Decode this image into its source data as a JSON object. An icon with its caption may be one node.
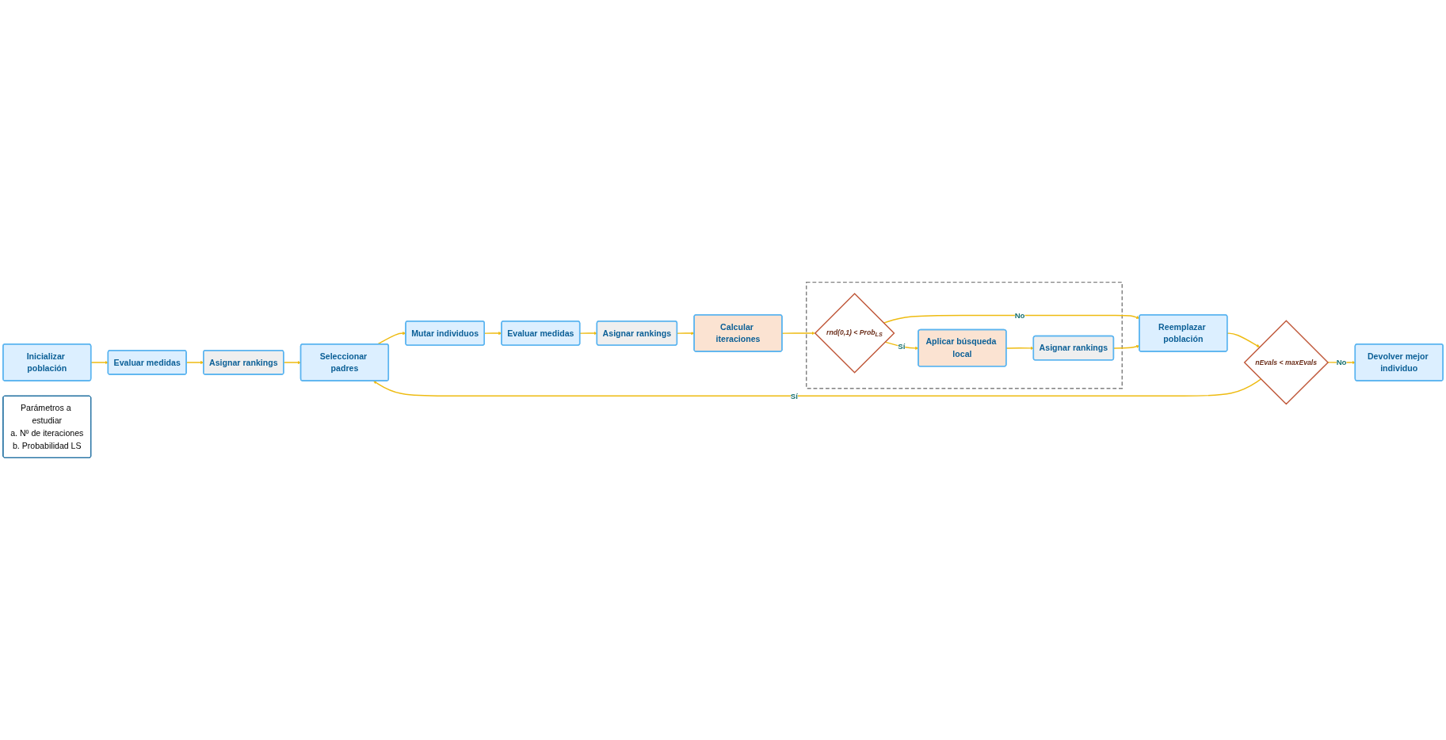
{
  "diagram": {
    "nodes": [
      {
        "text": [
          "Inicializar población"
        ]
      },
      {
        "text": [
          "Evaluar medidas"
        ]
      },
      {
        "text": [
          "Asignar rankings"
        ]
      },
      {
        "text": [
          "Seleccionar padres"
        ]
      },
      {
        "text": [
          "Mutar individuos"
        ]
      },
      {
        "text": [
          "Evaluar medidas"
        ]
      },
      {
        "text": [
          "Asignar rankings"
        ]
      },
      {
        "text": [
          "Calcular iteraciones"
        ]
      },
      {
        "text": [],
        "shape": "box"
      },
      {
        "text": [
          "rnd(0,1) < Prob$_{LS}$"
        ],
        "in": 8
      },
      {
        "text": [
          "Aplicar búsqueda local"
        ],
        "in": 8
      },
      {
        "text": [
          "Asignar rankings"
        ],
        "in": 8
      },
      {
        "text": [
          "Reemplazar población"
        ]
      },
      {
        "text": [
          "nEvals < maxEvals"
        ]
      },
      {
        "text": [
          "Devolver mejor individuo"
        ]
      },
      {
        "text": [
          "Parámetros a estudiar",
          "a. Nº de iteraciones",
          "b. Probabilidad LS"
        ]
      }
    ],
    "edges": [
      {
        "from": 0,
        "to": 1,
        "arrow": "to"
      },
      {
        "from": 1,
        "to": 2,
        "arrow": "to"
      },
      {
        "from": 2,
        "to": 3,
        "arrow": "to"
      },
      {
        "from": 3,
        "to": 4,
        "arrow": "to"
      },
      {
        "from": 4,
        "to": 5,
        "arrow": "to"
      },
      {
        "from": 5,
        "to": 6,
        "arrow": "to"
      },
      {
        "from": 6,
        "to": 7,
        "arrow": "to"
      },
      {
        "from": 7,
        "to": 9,
        "arrow": "to"
      },
      {
        "from": 9,
        "to": 12,
        "label": "No",
        "arrow": "to"
      },
      {
        "from": 9,
        "to": 10,
        "label": "Sí",
        "arrow": "to"
      },
      {
        "from": 10,
        "to": 11,
        "arrow": "to"
      },
      {
        "from": 11,
        "to": 12,
        "arrow": "to"
      },
      {
        "from": 12,
        "to": 13,
        "arrow": "to"
      },
      {
        "from": 13,
        "to": 14,
        "label": "No",
        "arrow": "to"
      },
      {
        "from": 13,
        "to": 3,
        "label": "Sí",
        "arrow": "to"
      }
    ]
  }
}
